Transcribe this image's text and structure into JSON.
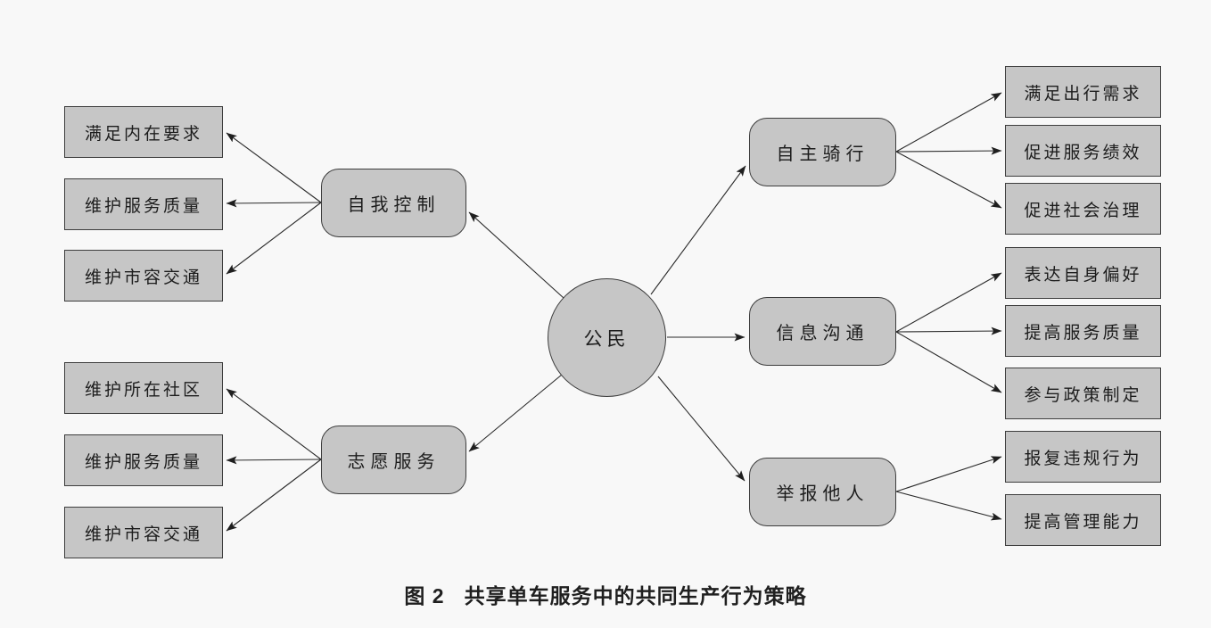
{
  "caption": {
    "prefix": "图 2",
    "title": "共享单车服务中的共同生产行为策略"
  },
  "center": {
    "label": "公民"
  },
  "left_branches": [
    {
      "label": "自我控制",
      "outcomes": [
        "满足内在要求",
        "维护服务质量",
        "维护市容交通"
      ]
    },
    {
      "label": "志愿服务",
      "outcomes": [
        "维护所在社区",
        "维护服务质量",
        "维护市容交通"
      ]
    }
  ],
  "right_branches": [
    {
      "label": "自主骑行",
      "outcomes": [
        "满足出行需求",
        "促进服务绩效",
        "促进社会治理"
      ]
    },
    {
      "label": "信息沟通",
      "outcomes": [
        "表达自身偏好",
        "提高服务质量",
        "参与政策制定"
      ]
    },
    {
      "label": "举报他人",
      "outcomes": [
        "报复违规行为",
        "提高管理能力"
      ]
    }
  ],
  "colors": {
    "background": "#f8f8f8",
    "node_fill": "#c6c6c6",
    "node_border": "#3d3d3d",
    "arrow_color": "#2a2a2a",
    "text_color": "#1c1c1c"
  }
}
